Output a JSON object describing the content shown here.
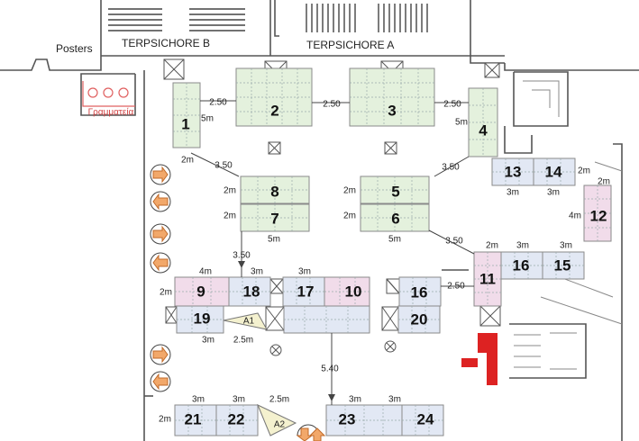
{
  "halls": {
    "left": "TERPSICHORE B",
    "right": "TERPSICHORE A"
  },
  "room_labels": {
    "posters": "Posters",
    "secretariat": "Γραμματεία"
  },
  "colors": {
    "green": "#e4f1dd",
    "blue": "#e2e8f4",
    "pink": "#f1dcea",
    "stage": "#dd2222",
    "arrow": "#f2a86a"
  },
  "booths": [
    {
      "id": "1",
      "color": "green"
    },
    {
      "id": "2",
      "color": "green"
    },
    {
      "id": "3",
      "color": "green"
    },
    {
      "id": "4",
      "color": "green"
    },
    {
      "id": "5",
      "color": "green"
    },
    {
      "id": "6",
      "color": "green"
    },
    {
      "id": "7",
      "color": "green"
    },
    {
      "id": "8",
      "color": "green"
    },
    {
      "id": "9",
      "color": "pink"
    },
    {
      "id": "10",
      "color": "pink"
    },
    {
      "id": "11",
      "color": "pink"
    },
    {
      "id": "12",
      "color": "pink"
    },
    {
      "id": "13",
      "color": "blue"
    },
    {
      "id": "14",
      "color": "blue"
    },
    {
      "id": "15",
      "color": "blue"
    },
    {
      "id": "16",
      "color": "blue"
    },
    {
      "id": "16b",
      "label": "16",
      "color": "blue"
    },
    {
      "id": "17",
      "color": "blue"
    },
    {
      "id": "18",
      "color": "blue"
    },
    {
      "id": "19",
      "color": "blue"
    },
    {
      "id": "20",
      "color": "blue"
    },
    {
      "id": "21",
      "color": "blue"
    },
    {
      "id": "22",
      "color": "blue"
    },
    {
      "id": "23",
      "color": "blue"
    },
    {
      "id": "24",
      "color": "blue"
    }
  ],
  "special_booths": [
    {
      "label": "A1"
    },
    {
      "label": "A2"
    }
  ],
  "dimensions": [
    "5m",
    "2.50",
    "2.50",
    "2.50",
    "5m",
    "2m",
    "3.50",
    "3.50",
    "2m",
    "2m",
    "5m",
    "2m",
    "2m",
    "5m",
    "3m",
    "3m",
    "2m",
    "2m",
    "4m",
    "3.50",
    "2m",
    "3m",
    "3m",
    "3.50",
    "4m",
    "3m",
    "3m",
    "2m",
    "2.50",
    "3m",
    "2.5m",
    "5.40",
    "3m",
    "3m",
    "2.5m",
    "3m",
    "3m",
    "2m"
  ]
}
